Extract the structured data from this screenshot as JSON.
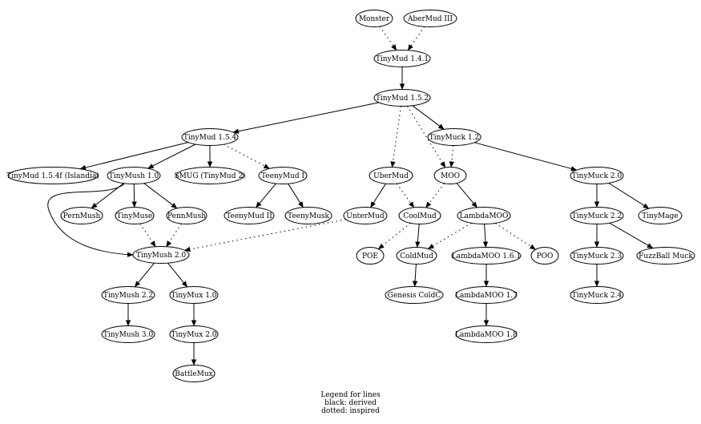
{
  "diagram": {
    "nodes": [
      {
        "id": "monster",
        "label": "Monster"
      },
      {
        "id": "abermud3",
        "label": "AberMud III"
      },
      {
        "id": "tinymud141",
        "label": "TinyMud 1.4.1"
      },
      {
        "id": "tinymud152",
        "label": "TinyMud 1.5.2"
      },
      {
        "id": "tinymud154",
        "label": "TinyMud 1.5.4"
      },
      {
        "id": "tinymuck12",
        "label": "TinyMuck 1.2"
      },
      {
        "id": "tinymud154f",
        "label": "TinyMud 1.5.4f (Islandia)"
      },
      {
        "id": "tinymush10",
        "label": "TinyMush 1.0"
      },
      {
        "id": "smug",
        "label": "SMUG (TinyMud 2)"
      },
      {
        "id": "teenymud1",
        "label": "TeenyMud I"
      },
      {
        "id": "ubermud",
        "label": "UberMud"
      },
      {
        "id": "moo",
        "label": "MOO"
      },
      {
        "id": "tinymuck20",
        "label": "TinyMuck 2.0"
      },
      {
        "id": "pernmush",
        "label": "PernMush"
      },
      {
        "id": "tinymuse",
        "label": "TinyMuse"
      },
      {
        "id": "pennmush",
        "label": "PennMush"
      },
      {
        "id": "teenymud2",
        "label": "TeenyMud II"
      },
      {
        "id": "teenymusk",
        "label": "TeenyMusk"
      },
      {
        "id": "untermud",
        "label": "UnterMud"
      },
      {
        "id": "coolmud",
        "label": "CoolMud"
      },
      {
        "id": "lambdamoo",
        "label": "LambdaMOO"
      },
      {
        "id": "tinymuck22",
        "label": "TinyMuck 2.2"
      },
      {
        "id": "tinymage",
        "label": "TinyMage"
      },
      {
        "id": "tinymush20",
        "label": "TinyMush 2.0"
      },
      {
        "id": "poe",
        "label": "POE"
      },
      {
        "id": "coldmud",
        "label": "ColdMud"
      },
      {
        "id": "lambdamoo161",
        "label": "LambdaMOO 1.6.1"
      },
      {
        "id": "poo",
        "label": "POO"
      },
      {
        "id": "tinymuck23",
        "label": "TinyMuck 2.3"
      },
      {
        "id": "fuzzball",
        "label": "FuzzBall Muck"
      },
      {
        "id": "tinymush22",
        "label": "TinyMush 2.2"
      },
      {
        "id": "tinymux10",
        "label": "TinyMux 1.0"
      },
      {
        "id": "genesiscoldc",
        "label": "Genesis ColdC"
      },
      {
        "id": "lambdamoo17",
        "label": "LambdaMOO 1.7"
      },
      {
        "id": "tinymuck24",
        "label": "TinyMuck 2.4"
      },
      {
        "id": "tinymush30",
        "label": "TinyMush 3.0"
      },
      {
        "id": "tinymux20",
        "label": "TinyMux 2.0"
      },
      {
        "id": "lambdamoo18",
        "label": "LambdaMOO 1.8"
      },
      {
        "id": "battlemux",
        "label": "BattleMux"
      }
    ],
    "edges": [
      {
        "from": "monster",
        "to": "tinymud141",
        "style": "dotted"
      },
      {
        "from": "abermud3",
        "to": "tinymud141",
        "style": "dotted"
      },
      {
        "from": "tinymud141",
        "to": "tinymud152",
        "style": "solid"
      },
      {
        "from": "tinymud152",
        "to": "tinymud154",
        "style": "solid"
      },
      {
        "from": "tinymud152",
        "to": "tinymuck12",
        "style": "solid"
      },
      {
        "from": "tinymud152",
        "to": "ubermud",
        "style": "dotted"
      },
      {
        "from": "tinymud152",
        "to": "moo",
        "style": "dotted"
      },
      {
        "from": "tinymud154",
        "to": "tinymud154f",
        "style": "solid"
      },
      {
        "from": "tinymud154",
        "to": "tinymush10",
        "style": "solid"
      },
      {
        "from": "tinymud154",
        "to": "smug",
        "style": "solid"
      },
      {
        "from": "tinymud154",
        "to": "teenymud1",
        "style": "dotted"
      },
      {
        "from": "tinymuck12",
        "to": "moo",
        "style": "dotted"
      },
      {
        "from": "tinymuck12",
        "to": "tinymuck20",
        "style": "solid"
      },
      {
        "from": "tinymush10",
        "to": "pernmush",
        "style": "solid"
      },
      {
        "from": "tinymush10",
        "to": "tinymuse",
        "style": "solid"
      },
      {
        "from": "tinymush10",
        "to": "pennmush",
        "style": "solid"
      },
      {
        "from": "tinymush10",
        "to": "tinymush20",
        "style": "solid",
        "route": "loop-left"
      },
      {
        "from": "teenymud1",
        "to": "teenymud2",
        "style": "solid"
      },
      {
        "from": "teenymud1",
        "to": "teenymusk",
        "style": "solid"
      },
      {
        "from": "ubermud",
        "to": "untermud",
        "style": "solid"
      },
      {
        "from": "ubermud",
        "to": "coolmud",
        "style": "dotted"
      },
      {
        "from": "moo",
        "to": "coolmud",
        "style": "dotted"
      },
      {
        "from": "moo",
        "to": "lambdamoo",
        "style": "solid"
      },
      {
        "from": "tinymuck20",
        "to": "tinymuck22",
        "style": "solid"
      },
      {
        "from": "tinymuck20",
        "to": "tinymage",
        "style": "solid"
      },
      {
        "from": "tinymuse",
        "to": "tinymush20",
        "style": "dotted"
      },
      {
        "from": "pennmush",
        "to": "tinymush20",
        "style": "dotted"
      },
      {
        "from": "untermud",
        "to": "tinymush20",
        "style": "dotted"
      },
      {
        "from": "coolmud",
        "to": "poe",
        "style": "dotted"
      },
      {
        "from": "coolmud",
        "to": "coldmud",
        "style": "solid"
      },
      {
        "from": "lambdamoo",
        "to": "coldmud",
        "style": "dotted"
      },
      {
        "from": "lambdamoo",
        "to": "lambdamoo161",
        "style": "solid"
      },
      {
        "from": "lambdamoo",
        "to": "poo",
        "style": "dotted"
      },
      {
        "from": "tinymuck22",
        "to": "tinymuck23",
        "style": "solid"
      },
      {
        "from": "tinymuck22",
        "to": "fuzzball",
        "style": "solid"
      },
      {
        "from": "tinymush20",
        "to": "tinymush22",
        "style": "solid"
      },
      {
        "from": "tinymush20",
        "to": "tinymux10",
        "style": "solid"
      },
      {
        "from": "coldmud",
        "to": "genesiscoldc",
        "style": "solid"
      },
      {
        "from": "lambdamoo161",
        "to": "lambdamoo17",
        "style": "solid"
      },
      {
        "from": "tinymuck23",
        "to": "tinymuck24",
        "style": "solid"
      },
      {
        "from": "tinymush22",
        "to": "tinymush30",
        "style": "solid"
      },
      {
        "from": "tinymux10",
        "to": "tinymux20",
        "style": "solid"
      },
      {
        "from": "lambdamoo17",
        "to": "lambdamoo18",
        "style": "solid"
      },
      {
        "from": "tinymux20",
        "to": "battlemux",
        "style": "solid"
      }
    ]
  },
  "legend": {
    "title": "Legend for lines",
    "solid": "black: derived",
    "dotted": "dotted: inspired"
  }
}
